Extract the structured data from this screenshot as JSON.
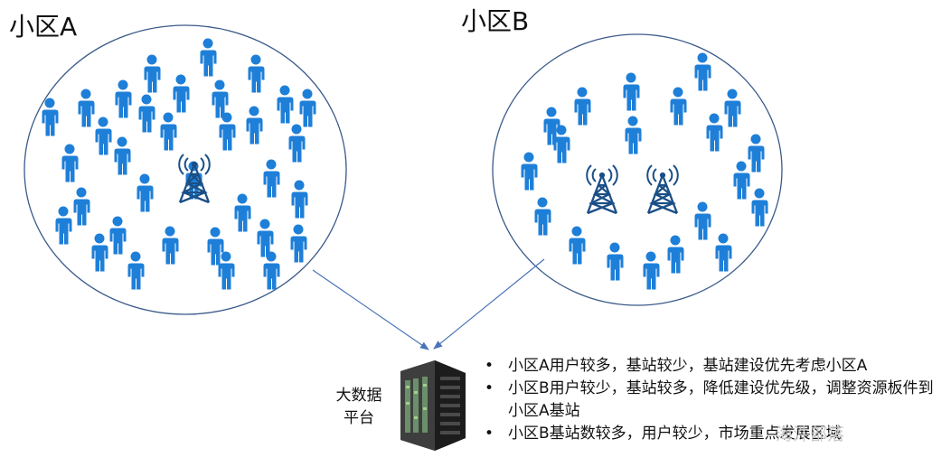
{
  "cell_a": {
    "title": "小区A",
    "users": 34,
    "towers": 1
  },
  "cell_b": {
    "title": "小区B",
    "users": 20,
    "towers": 2
  },
  "platform": {
    "label_line1": "大数据",
    "label_line2": "平台"
  },
  "notes": [
    "小区A用户较多，基站较少，基站建设优先考虑小区A",
    "小区B用户较少，基站较多，降低建设优先级，调整资源板件到小区A基站",
    "小区B基站数较多，用户较少，市场重点发展区域"
  ],
  "watermark": "海汼部落",
  "colors": {
    "person": "#1e7fd8",
    "tower": "#1a4f86",
    "circle_stroke": "#3a5a8a",
    "arrow": "#4a74b8"
  }
}
